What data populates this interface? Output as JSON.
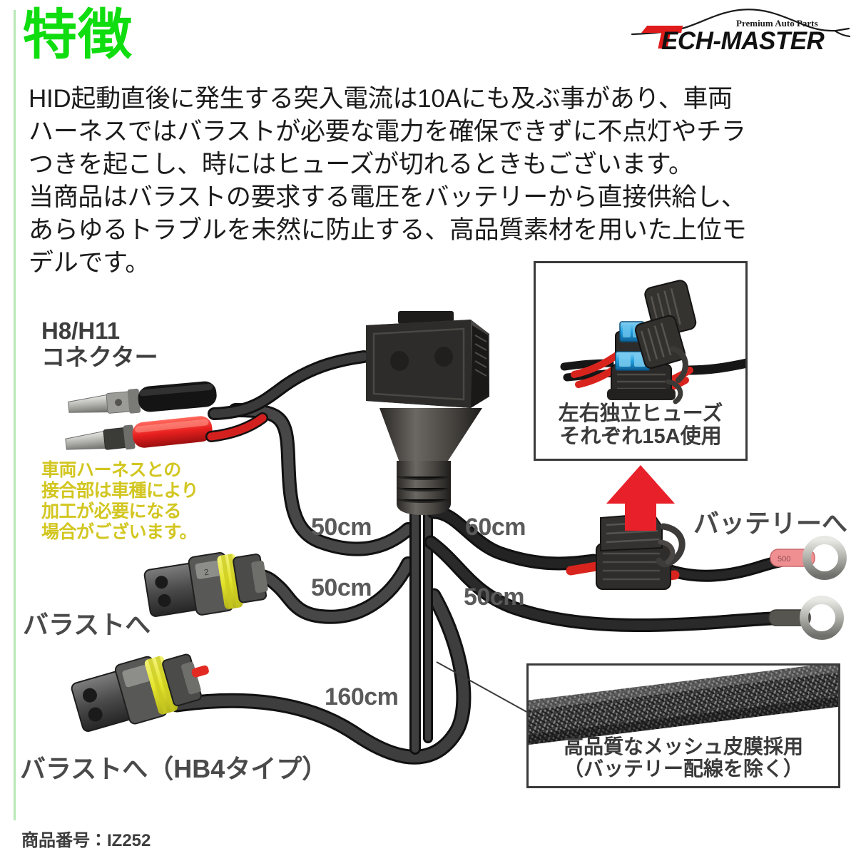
{
  "header": {
    "title": "特徴",
    "logo": {
      "tagline": "Premium Auto Parts",
      "brand_t": "T",
      "brand_rest": "ECH-MASTER",
      "accent_color": "#e01b1b"
    },
    "title_color": "#10dd10"
  },
  "body": {
    "lines": [
      "HID起動直後に発生する突入電流は10Aにも及ぶ事があり、車両",
      "ハーネスではバラストが必要な電力を確保できずに不点灯やチラ",
      "つきを起こし、時にはヒューズが切れるときもございます。",
      "当商品はバラストの要求する電圧をバッテリーから直接供給し、",
      "あらゆるトラブルを未然に防止する、高品質素材を用いた上位モ",
      "デルです。"
    ]
  },
  "diagram": {
    "connector_label": "H8/H11\nコネクター",
    "warning_yellow": "車両ハーネスとの\n接合部は車種により\n加工が必要になる\n場合がございます。",
    "ballast_label_1": "バラストへ",
    "ballast_label_2": "バラストへ（HB4タイプ）",
    "battery_label": "バッテリーへ",
    "measurements": [
      {
        "value": "50cm"
      },
      {
        "value": "50cm"
      },
      {
        "value": "60cm"
      },
      {
        "value": "50cm"
      },
      {
        "value": "160cm"
      }
    ]
  },
  "callouts": {
    "fuse": {
      "caption": "左右独立ヒューズ\nそれぞれ15A使用"
    },
    "mesh": {
      "caption": "高品質なメッシュ皮膜採用\n（バッテリー配線を除く）"
    }
  },
  "footer": {
    "sku": "商品番号：IZ252"
  },
  "colors": {
    "title_green": "#10dd10",
    "rule_green": "#b6e8b6",
    "warning_yellow": "#d2c620",
    "arrow_red": "#e8202a",
    "label_gray": "#4a4a4a",
    "cable_dark": "#3a3a3a"
  }
}
